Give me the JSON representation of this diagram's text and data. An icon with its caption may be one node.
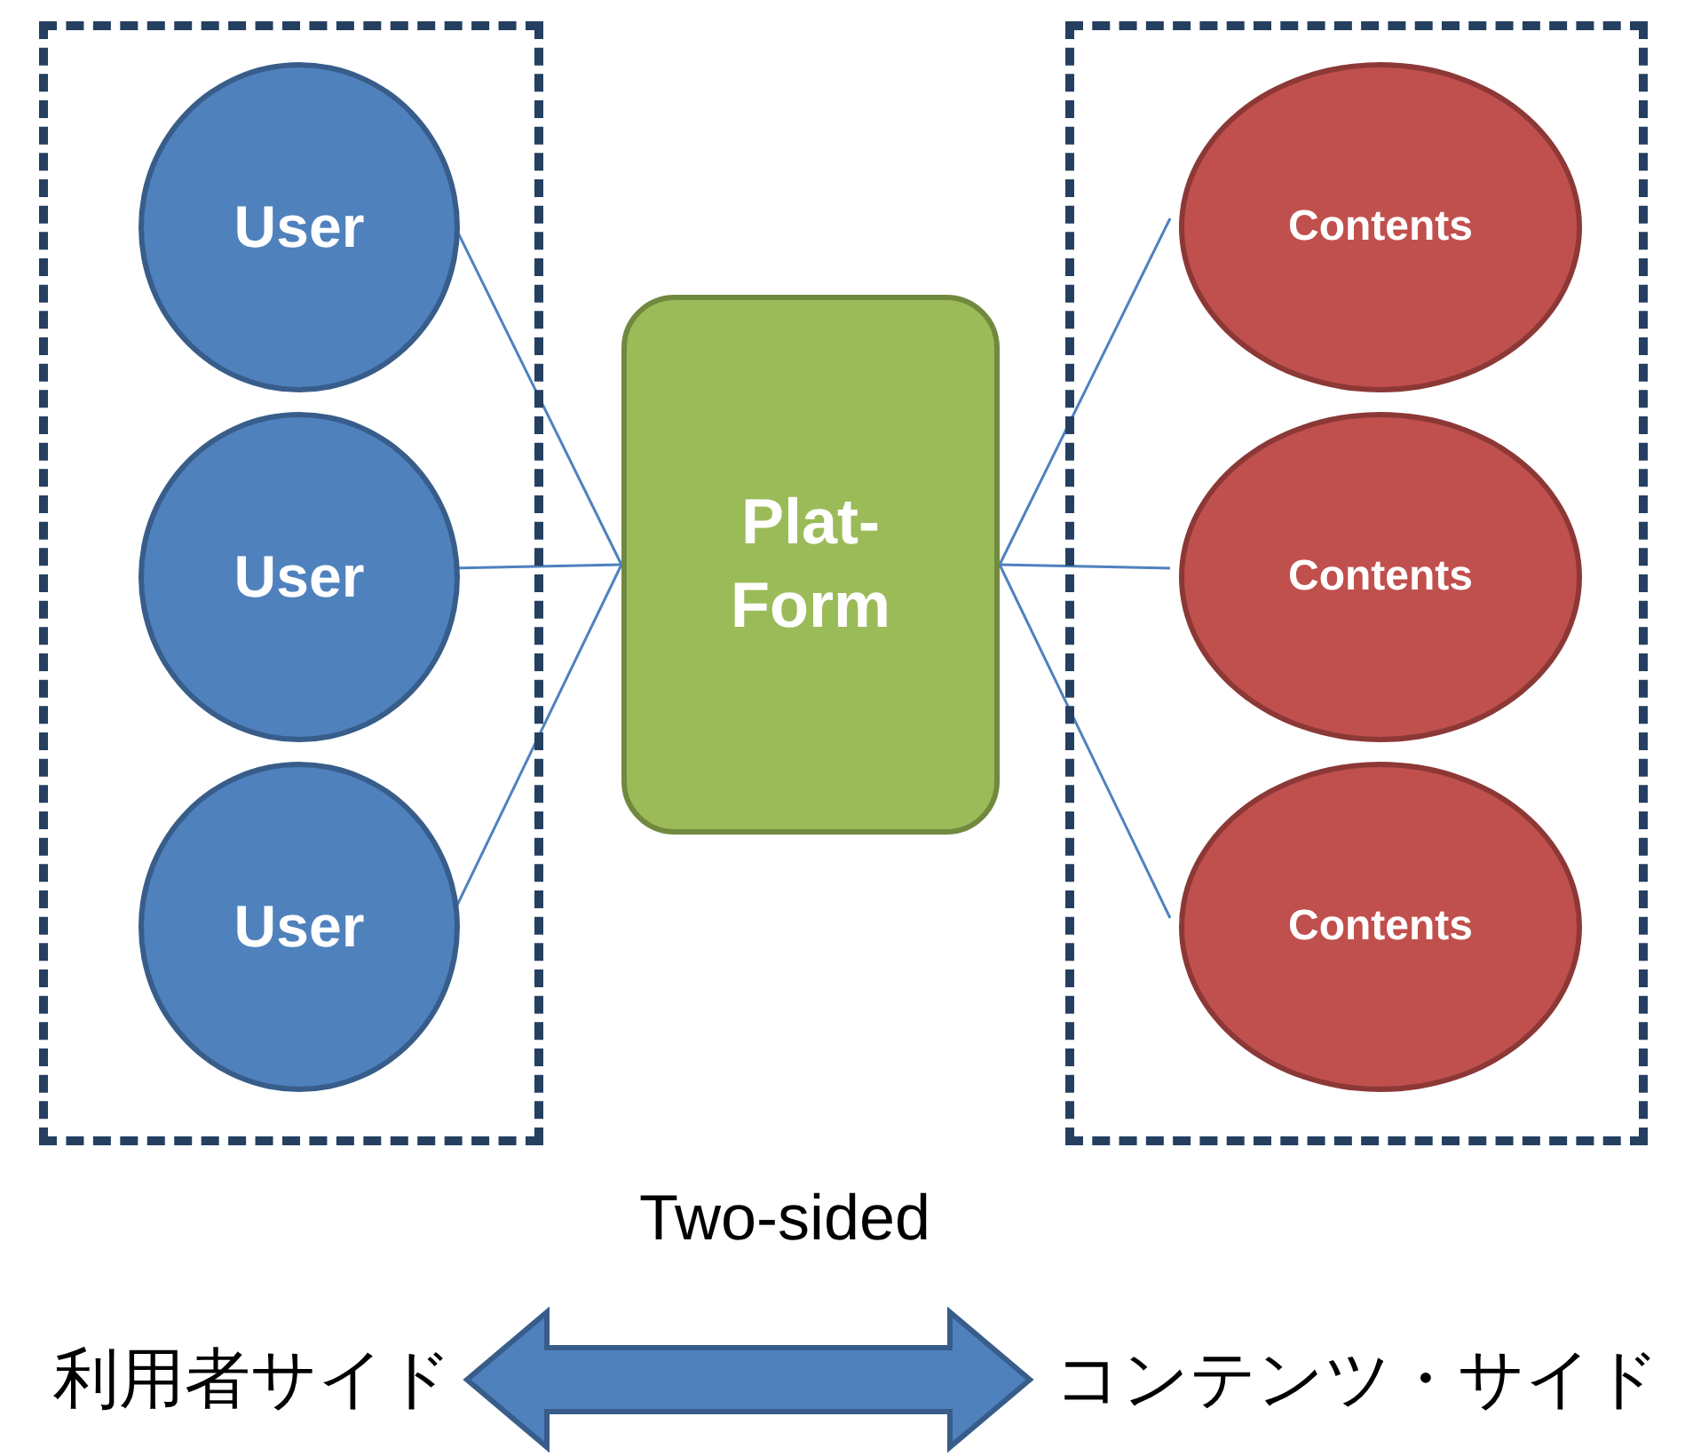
{
  "diagram": {
    "nodes": [
      {
        "text": [],
        "shape": "box"
      },
      {
        "text": [
          "User"
        ],
        "in": 0
      },
      {
        "text": [
          "User"
        ],
        "in": 0
      },
      {
        "text": [
          "User"
        ],
        "in": 0
      },
      {
        "text": [
          "Plat- Form"
        ]
      },
      {
        "text": [],
        "shape": "box"
      },
      {
        "text": [
          "Contents"
        ],
        "in": 5
      },
      {
        "text": [
          "Contents"
        ],
        "in": 5
      },
      {
        "text": [
          "Contents"
        ],
        "in": 5
      },
      {
        "text": [
          "利用者サイド"
        ]
      },
      {
        "text": [
          "コンテンツ・サイド"
        ]
      }
    ],
    "edges": [
      {
        "from": 1,
        "to": 4,
        "arrow": "none"
      },
      {
        "from": 2,
        "to": 4,
        "arrow": "none"
      },
      {
        "from": 3,
        "to": 4,
        "arrow": "none"
      },
      {
        "from": 4,
        "to": 6,
        "arrow": "none"
      },
      {
        "from": 4,
        "to": 7,
        "arrow": "none"
      },
      {
        "from": 4,
        "to": 8,
        "arrow": "none"
      },
      {
        "from": 9,
        "to": 10,
        "arrow": "both",
        "style": "thick"
      }
    ],
    "labels": [
      "Two-sided"
    ]
  }
}
